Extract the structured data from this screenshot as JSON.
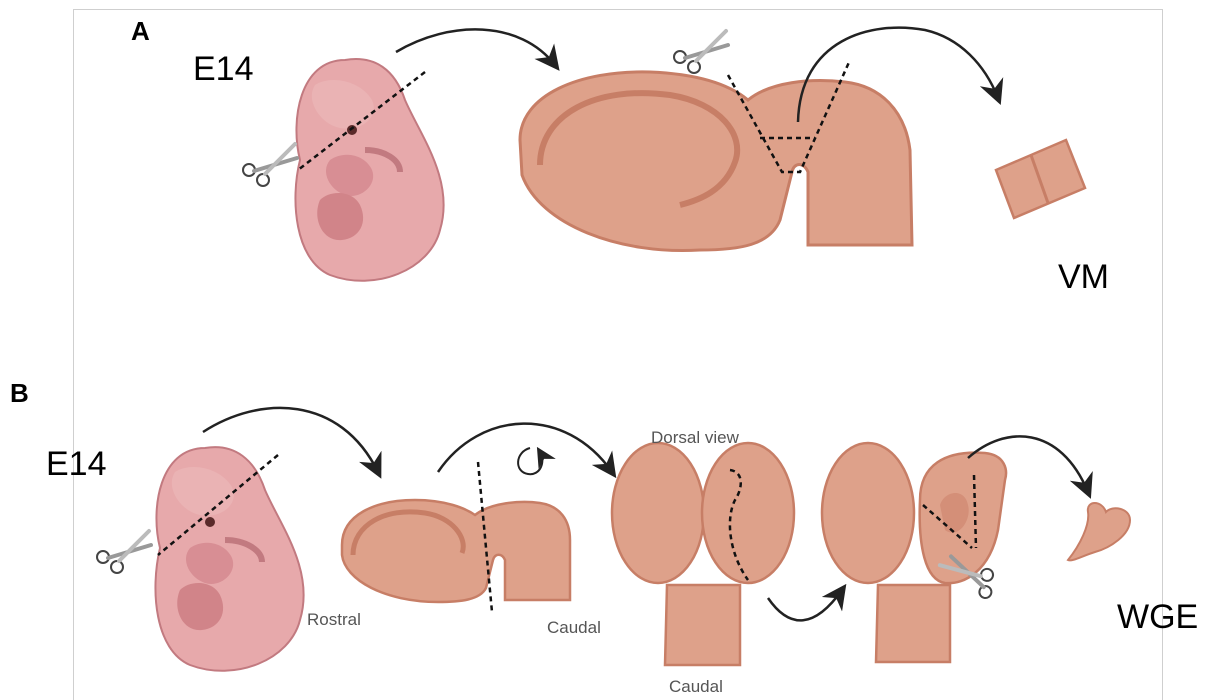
{
  "panels": {
    "a": {
      "label": "A",
      "stage": "E14",
      "result": "VM"
    },
    "b": {
      "label": "B",
      "stage": "E14",
      "result": "WGE",
      "rostral": "Rostral",
      "caudal": "Caudal",
      "dorsal_view": "Dorsal view",
      "caudal_bottom": "Caudal"
    }
  },
  "colors": {
    "tissue": "#dea18a",
    "tissue_edge": "#c77e66",
    "embryo": "#e7a9ab",
    "embryo_edge": "#c27a80",
    "arrow": "#222222",
    "cut_line": "#111111"
  },
  "icons": [
    "scissors-icon",
    "rotate-icon",
    "curved-arrow-icon"
  ]
}
